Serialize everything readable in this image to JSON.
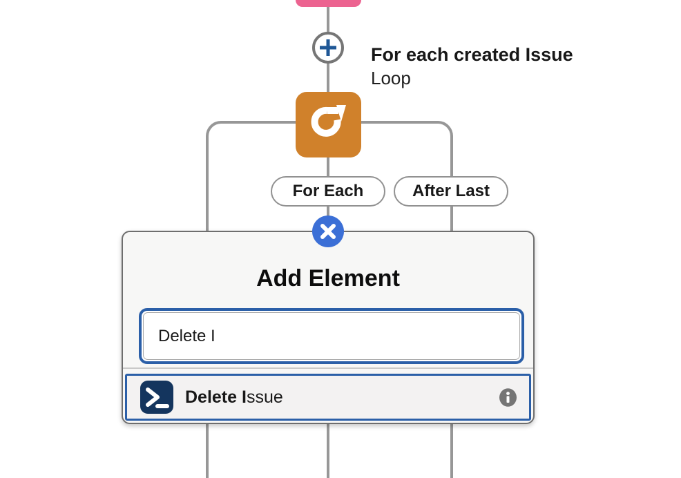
{
  "canvas": {
    "previous_node": {
      "type": "node-fragment",
      "color": "#ec6390"
    },
    "connector_color": "#979797",
    "add_node_button": {
      "icon": "plus-icon",
      "plus_color": "#1f5796"
    },
    "loop_node": {
      "title": "For each created Issue",
      "subtitle": "Loop",
      "icon": "loop-icon",
      "color": "#d0812b"
    },
    "branch_pills": [
      {
        "label": "For Each"
      },
      {
        "label": "After Last"
      }
    ]
  },
  "popup": {
    "title": "Add Element",
    "close_button": {
      "icon": "x-icon",
      "color": "#3b6fd6"
    },
    "search_input": {
      "value": "Delete I",
      "placeholder": ""
    },
    "accent_border_color": "#2b5fa8",
    "results": [
      {
        "label_match": "Delete I",
        "label_rest": "ssue",
        "icon": "terminal-icon",
        "icon_color": "#14355e",
        "info_icon": "info-icon"
      }
    ]
  }
}
